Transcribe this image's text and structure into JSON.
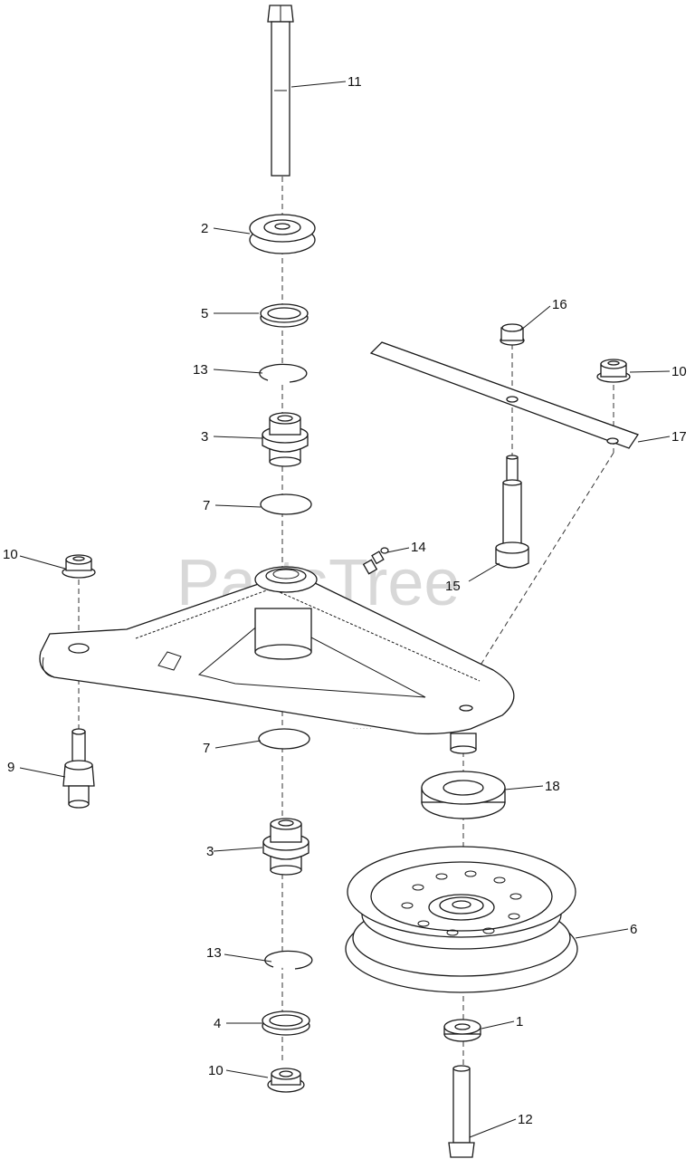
{
  "watermark": "PartsTree",
  "callouts": [
    {
      "id": "c11a",
      "text": "11"
    },
    {
      "id": "c2",
      "text": "2"
    },
    {
      "id": "c5",
      "text": "5"
    },
    {
      "id": "c13a",
      "text": "13"
    },
    {
      "id": "c3a",
      "text": "3"
    },
    {
      "id": "c7a",
      "text": "7"
    },
    {
      "id": "c10a",
      "text": "10"
    },
    {
      "id": "c14",
      "text": "14"
    },
    {
      "id": "c16",
      "text": "16"
    },
    {
      "id": "c10b",
      "text": "10"
    },
    {
      "id": "c17",
      "text": "17"
    },
    {
      "id": "c15",
      "text": "15"
    },
    {
      "id": "c9",
      "text": "9"
    },
    {
      "id": "c7b",
      "text": "7"
    },
    {
      "id": "c18",
      "text": "18"
    },
    {
      "id": "c3b",
      "text": "3"
    },
    {
      "id": "c6",
      "text": "6"
    },
    {
      "id": "c13b",
      "text": "13"
    },
    {
      "id": "c4",
      "text": "4"
    },
    {
      "id": "c1",
      "text": "1"
    },
    {
      "id": "c10c",
      "text": "10"
    },
    {
      "id": "c12",
      "text": "12"
    }
  ]
}
